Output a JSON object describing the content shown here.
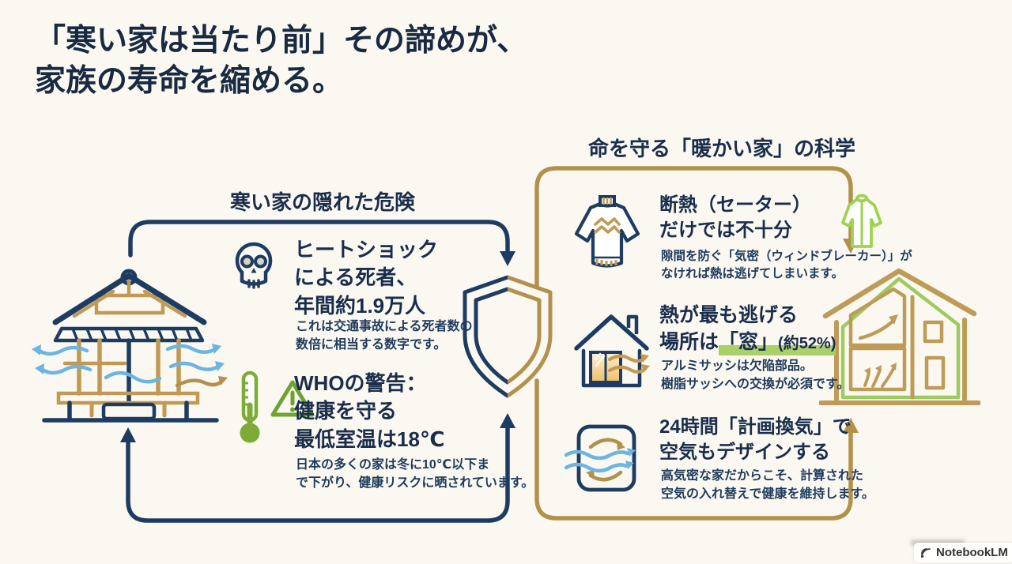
{
  "colors": {
    "background": "#faf8f0",
    "navy": "#1e3c62",
    "navy_text": "#1a2d4c",
    "gold": "#b3914d",
    "green": "#7cab36",
    "lime_green": "#9ed34f",
    "light_blue": "#6cb5e3",
    "highlight_green": "#abd06a",
    "window_warm": "#efbe6d"
  },
  "header": {
    "title": "「寒い家は当たり前」その諦めが、\n家族の寿命を縮める。"
  },
  "left_section": {
    "header": "寒い家の隠れた危険",
    "items": [
      {
        "icon": "skull-icon",
        "heading": "ヒートショック\nによる死者、\n年間約1.9万人",
        "body": "これは交通事故による死者数の\n数倍に相当する数字です。"
      },
      {
        "icon": "thermometer-icon + warning-triangle-icon",
        "heading": "WHOの警告：\n健康を守る\n最低室温は18℃",
        "body": "日本の多くの家は冬に10℃以下ま\nで下がり、健康リスクに晒されています。"
      }
    ]
  },
  "right_section": {
    "header": "命を守る「暖かい家」の科学",
    "items": [
      {
        "icon": "sweater-icon + windbreaker-icon",
        "heading": "断熱（セーター）\nだけでは不十分",
        "body": "隙間を防ぐ「気密（ウィンドブレーカー）」が\nなければ熱は逃げてしまいます。"
      },
      {
        "icon": "window-house-icon",
        "heading_prefix": "熱が最も逃げる\n場所は",
        "heading_window": "「窓」",
        "heading_note": "(約52%)",
        "body": "アルミサッシは欠陥部品。\n樹脂サッシへの交換が必須です。"
      },
      {
        "icon": "ventilation-icon",
        "heading": "24時間「計画換気」で\n空気もデザインする",
        "body": "高気密な家だからこそ、計算された\n空気の入れ替えで健康を維持します。"
      }
    ]
  },
  "center": {
    "icon": "shield-icon"
  },
  "illustrations": {
    "left": "drafty-traditional-house-illustration",
    "right": "insulated-modern-house-illustration"
  },
  "watermark": {
    "label": "NotebookLM"
  }
}
